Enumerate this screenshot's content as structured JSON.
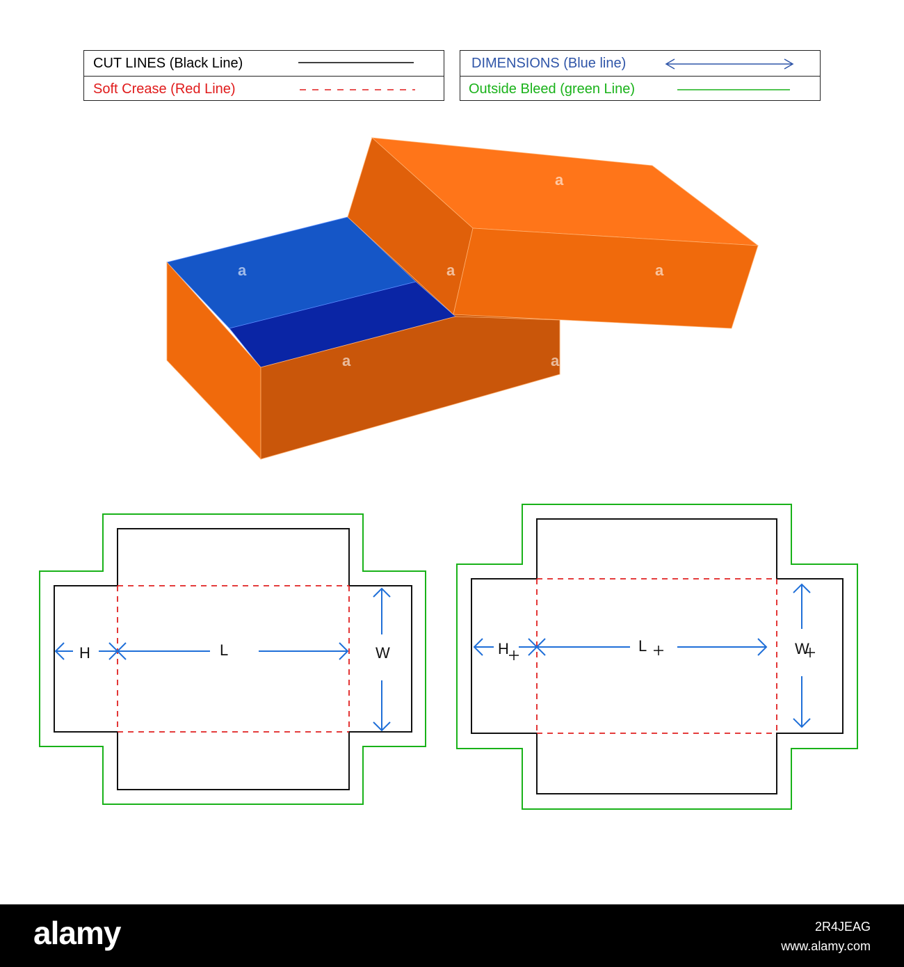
{
  "legend": {
    "cut_lines": {
      "label": "CUT LINES (Black Line)",
      "color": "#000000"
    },
    "soft_crease": {
      "label": "Soft Crease (Red Line)",
      "color": "#e01b1b"
    },
    "dimensions": {
      "label": "DIMENSIONS (Blue line)",
      "color": "#2f55a8"
    },
    "outside_bleed": {
      "label": "Outside Bleed (green Line)",
      "color": "#19b219"
    }
  },
  "box_illustration": {
    "watermark_glyph": "a",
    "colors": {
      "orange_light": "#ff7519",
      "orange_mid": "#f06a0c",
      "orange_dark": "#c9560a",
      "blue_light": "#1556c7",
      "blue_dark": "#0a25a5"
    }
  },
  "dielines": {
    "left": {
      "label_h": "H",
      "label_l": "L",
      "label_w": "W"
    },
    "right": {
      "label_h": "H",
      "label_l": "L",
      "label_w": "W"
    },
    "colors": {
      "cut": "#111111",
      "crease": "#e02020",
      "bleed": "#19b219",
      "dimension": "#1f6fd8"
    }
  },
  "footer": {
    "logo": "alamy",
    "image_id": "2R4JEAG",
    "url": "www.alamy.com"
  }
}
